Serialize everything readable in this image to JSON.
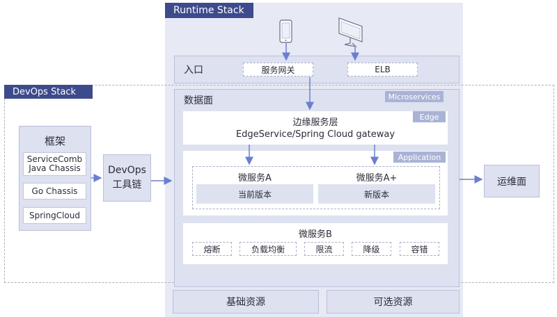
{
  "runtime": {
    "title": "Runtime Stack"
  },
  "devops": {
    "title": "DevOps Stack"
  },
  "framework": {
    "title": "框架",
    "items": [
      "ServiceComb\nJava Chassis",
      "Go Chassis",
      "SpringCloud"
    ]
  },
  "toolchain": {
    "label_line1": "DevOps",
    "label_line2": "工具链"
  },
  "entry": {
    "label": "入口",
    "gateway": "服务网关",
    "elb": "ELB"
  },
  "data_plane": {
    "label": "数据面",
    "tag_microservices": "Microservices",
    "edge": {
      "tag": "Edge",
      "title": "边缘服务层",
      "subtitle": "EdgeService/Spring Cloud gateway"
    },
    "application": {
      "tag": "Application",
      "service_a": {
        "title": "微服务A",
        "version": "当前版本"
      },
      "service_a_plus": {
        "title": "微服务A+",
        "version": "新版本"
      }
    },
    "service_b": {
      "title": "微服务B",
      "features": [
        "熔断",
        "负载均衡",
        "限流",
        "降级",
        "容错"
      ]
    }
  },
  "resources": {
    "basic": "基础资源",
    "optional": "可选资源"
  },
  "ops": {
    "label": "运维面"
  },
  "icons": {
    "client_top": "smartphone-icon",
    "client_top_2": "desktop-monitor-icon"
  },
  "colors": {
    "accent": "#3d4a8c",
    "arrow": "#6b7fd0",
    "panel": "#dde1f0",
    "runtime_bg": "#e7eaf5"
  }
}
